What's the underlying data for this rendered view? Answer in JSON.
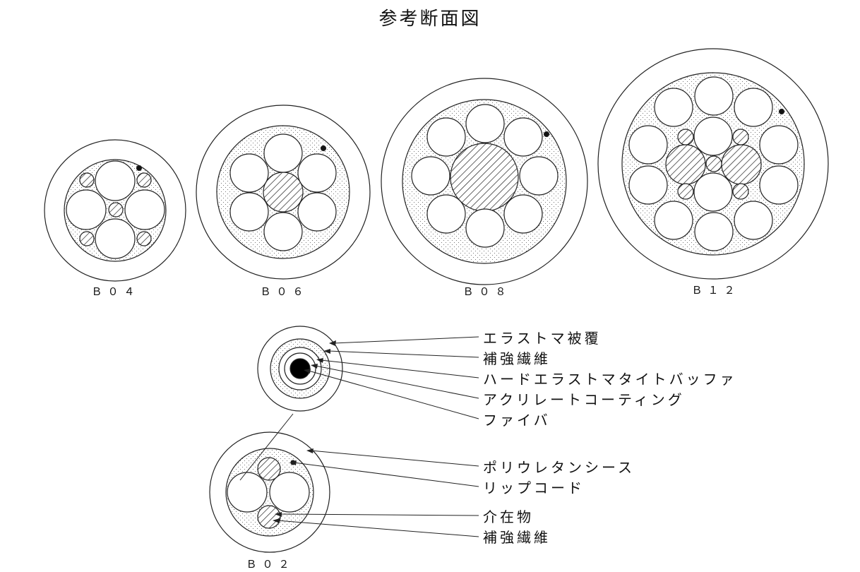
{
  "title": "参考断面図",
  "cables": [
    {
      "id": "b04",
      "label": "Ｂ０４"
    },
    {
      "id": "b06",
      "label": "Ｂ０６"
    },
    {
      "id": "b08",
      "label": "Ｂ０８"
    },
    {
      "id": "b12",
      "label": "Ｂ１２"
    },
    {
      "id": "b02",
      "label": "Ｂ０２"
    }
  ],
  "fiber_legend": [
    "エラストマ被覆",
    "補強繊維",
    "ハードエラストマタイトバッファ",
    "アクリレートコーティング",
    "ファイバ"
  ],
  "cable_legend": [
    "ポリウレタンシース",
    "リップコード",
    "介在物",
    "補強繊維"
  ]
}
